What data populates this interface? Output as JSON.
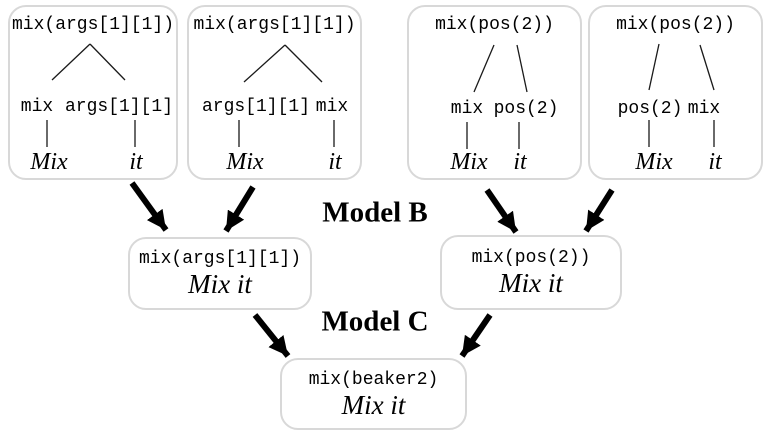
{
  "diagram": {
    "model_b_label": "Model B",
    "model_c_label": "Model C"
  },
  "top_trees": [
    {
      "root": "mix(args[1][1])",
      "child_left": "mix",
      "child_right": "args[1][1]",
      "leaf_left": "Mix",
      "leaf_right": "it"
    },
    {
      "root": "mix(args[1][1])",
      "child_left": "args[1][1]",
      "child_right": "mix",
      "leaf_left": "Mix",
      "leaf_right": "it"
    },
    {
      "root": "mix(pos(2))",
      "child_left": "mix",
      "child_right": "pos(2)",
      "leaf_left": "Mix",
      "leaf_right": "it"
    },
    {
      "root": "mix(pos(2))",
      "child_left": "pos(2)",
      "child_right": "mix",
      "leaf_left": "Mix",
      "leaf_right": "it"
    }
  ],
  "merged_nodes": [
    {
      "code": "mix(args[1][1])",
      "gloss": "Mix it"
    },
    {
      "code": "mix(pos(2))",
      "gloss": "Mix it"
    },
    {
      "code": "mix(beaker2)",
      "gloss": "Mix it"
    }
  ],
  "colors": {
    "background": "#ffffff",
    "box_border": "#d8d8d8",
    "text": "#000000",
    "tree_edge": "#1a1a1a",
    "arrow": "#000000"
  }
}
